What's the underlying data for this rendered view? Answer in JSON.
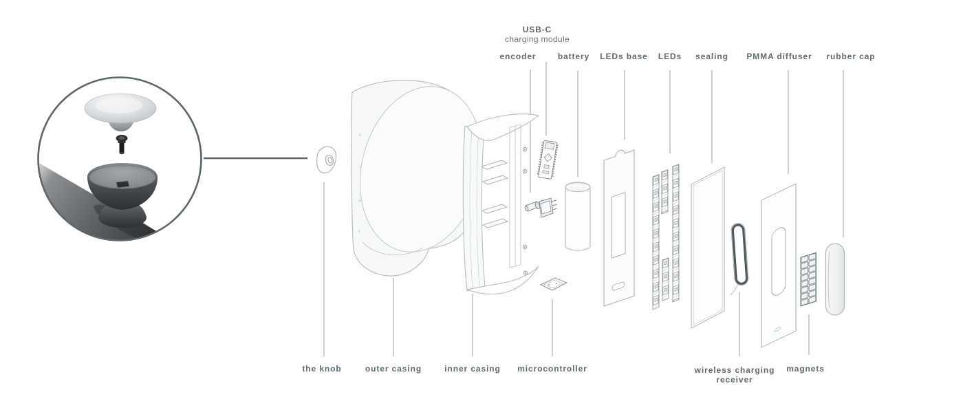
{
  "diagram": {
    "type": "exploded-view product diagram",
    "inset": "photo of assembled knob (cap, screw, bowl shell, base) in a circle, connected by a line to the exploded drawing"
  },
  "labels": {
    "usbc": {
      "line1": "USB-C",
      "line2": "charging module"
    },
    "encoder": "encoder",
    "battery": "battery",
    "leds_base": "LEDs base",
    "leds": "LEDs",
    "sealing": "sealing",
    "pmma_diffuser": "PMMA diffuser",
    "rubber_cap": "rubber cap",
    "the_knob": "the knob",
    "outer_casing": "outer casing",
    "inner_casing": "inner casing",
    "microcontroller": "microcontroller",
    "wireless": {
      "line1": "wireless charging",
      "line2": "receiver"
    },
    "magnets": "magnets"
  },
  "colors": {
    "background": "#ffffff",
    "label_text": "#5f6a70",
    "leader_line": "#9aa2a6",
    "part_stroke": "#b2b8bb",
    "inset_outline": "#5c666b",
    "receiver_ring": "#4f585c"
  }
}
